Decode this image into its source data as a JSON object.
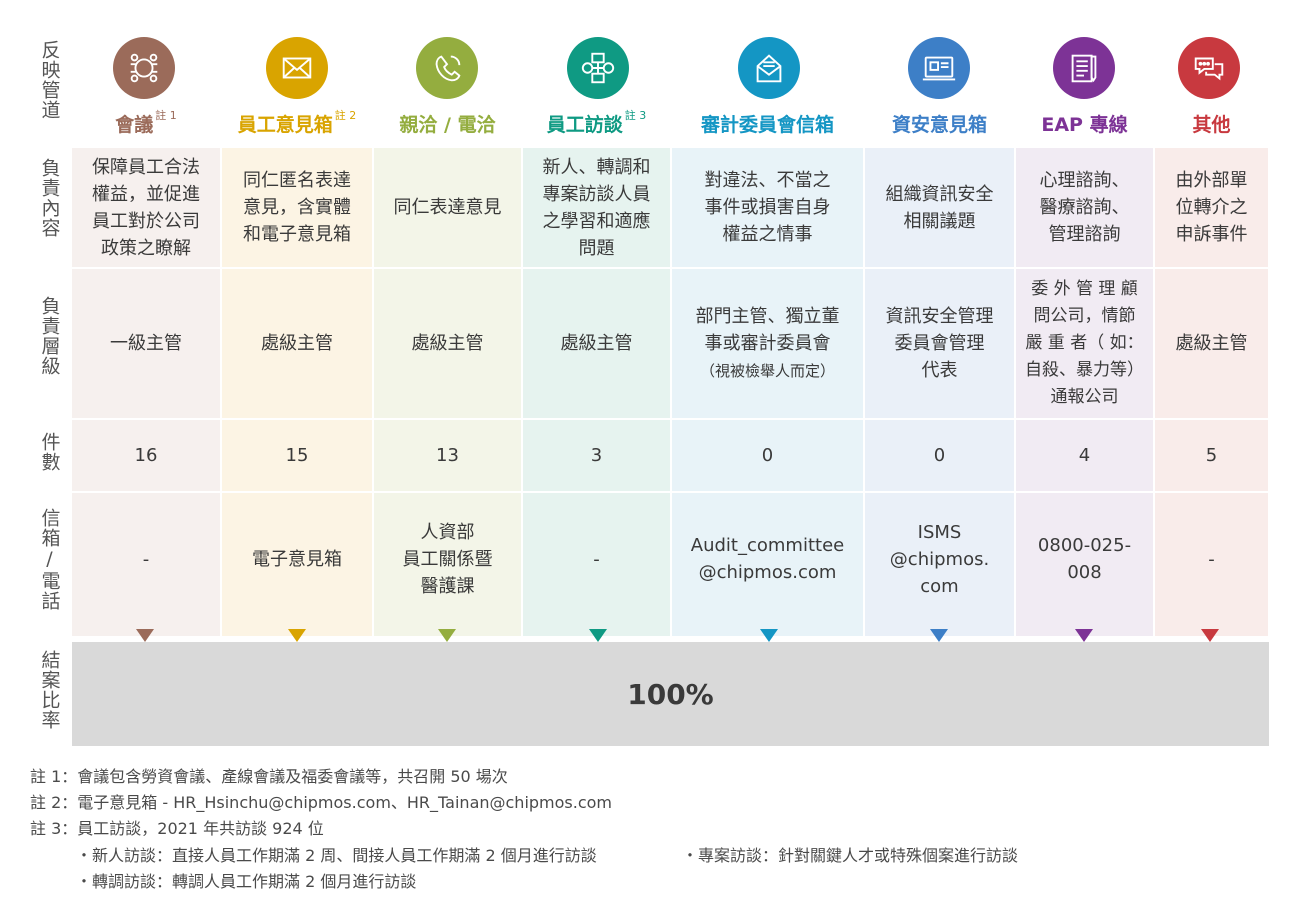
{
  "row_labels": {
    "channel": "反映管道",
    "content": "負責內容",
    "level": "負責層級",
    "count": "件數",
    "contact": "信箱/電話",
    "close_rate": "結案比率"
  },
  "channels": [
    {
      "title": "會議",
      "sup": "註 1",
      "color": "#9b6b5a",
      "bg": "#f6f0ee",
      "icon": "meeting-people-icon",
      "content": "保障員工合法\n權益，並促進\n員工對於公司\n政策之瞭解",
      "level": "一級主管",
      "count": "16",
      "contact": "-"
    },
    {
      "title": "員工意見箱",
      "sup": "註 2",
      "color": "#d9a400",
      "bg": "#fcf4e4",
      "icon": "envelope-icon",
      "content": "同仁匿名表達\n意見，含實體\n和電子意見箱",
      "level": "處級主管",
      "count": "15",
      "contact": "電子意見箱"
    },
    {
      "title": "親洽 / 電洽",
      "sup": "",
      "color": "#94ad3f",
      "bg": "#f3f5e8",
      "icon": "phone-icon",
      "content": "同仁表達意見",
      "level": "處級主管",
      "count": "13",
      "contact": "人資部\n員工關係暨\n醫護課"
    },
    {
      "title": "員工訪談",
      "sup": "註 3",
      "color": "#0f9a83",
      "bg": "#e6f3ef",
      "icon": "interview-flow-icon",
      "content": "新人、轉調和\n專案訪談人員\n之學習和適應\n問題",
      "level": "處級主管",
      "count": "3",
      "contact": "-"
    },
    {
      "title": "審計委員會信箱",
      "sup": "",
      "color": "#1496c4",
      "bg": "#e8f3f8",
      "icon": "mail-document-icon",
      "content": "對違法、不當之\n事件或損害自身\n權益之情事",
      "level": "部門主管、獨立董\n事或審計委員會",
      "level_note": "（視被檢舉人而定）",
      "count": "0",
      "contact": "Audit_committee\n@chipmos.com"
    },
    {
      "title": "資安意見箱",
      "sup": "",
      "color": "#3d7fc7",
      "bg": "#eaf0f8",
      "icon": "laptop-chat-icon",
      "content": "組織資訊安全\n相關議題",
      "level": "資訊安全管理\n委員會管理\n代表",
      "count": "0",
      "contact": "ISMS\n@chipmos.\ncom"
    },
    {
      "title": "EAP 專線",
      "sup": "",
      "color": "#7d3396",
      "bg": "#f1ebf3",
      "icon": "notepad-pen-icon",
      "content": "心理諮詢、\n醫療諮詢、\n管理諮詢",
      "level": "委 外 管 理 顧\n問公司，情節\n嚴 重 者（ 如：\n自殺、暴力等）\n通報公司",
      "count": "4",
      "contact": "0800-025-\n008"
    },
    {
      "title": "其他",
      "sup": "",
      "color": "#c8393f",
      "bg": "#f9ecea",
      "icon": "chat-bubbles-icon",
      "content": "由外部單\n位轉介之\n申訴事件",
      "level": "處級主管",
      "count": "5",
      "contact": "-"
    }
  ],
  "close_rate_value": "100%",
  "notes": {
    "note1": "註 1：會議包含勞資會議、產線會議及福委會議等，共召開 50 場次",
    "note2": "註 2：電子意見箱 - HR_Hsinchu@chipmos.com、HR_Tainan@chipmos.com",
    "note3": "註 3：員工訪談，2021 年共訪談 924 位",
    "sub1": "・新人訪談：直接人員工作期滿 2 周、間接人員工作期滿 2 個月進行訪談",
    "sub2": "・專案訪談：針對關鍵人才或特殊個案進行訪談",
    "sub3": "・轉調訪談：轉調人員工作期滿 2 個月進行訪談"
  }
}
